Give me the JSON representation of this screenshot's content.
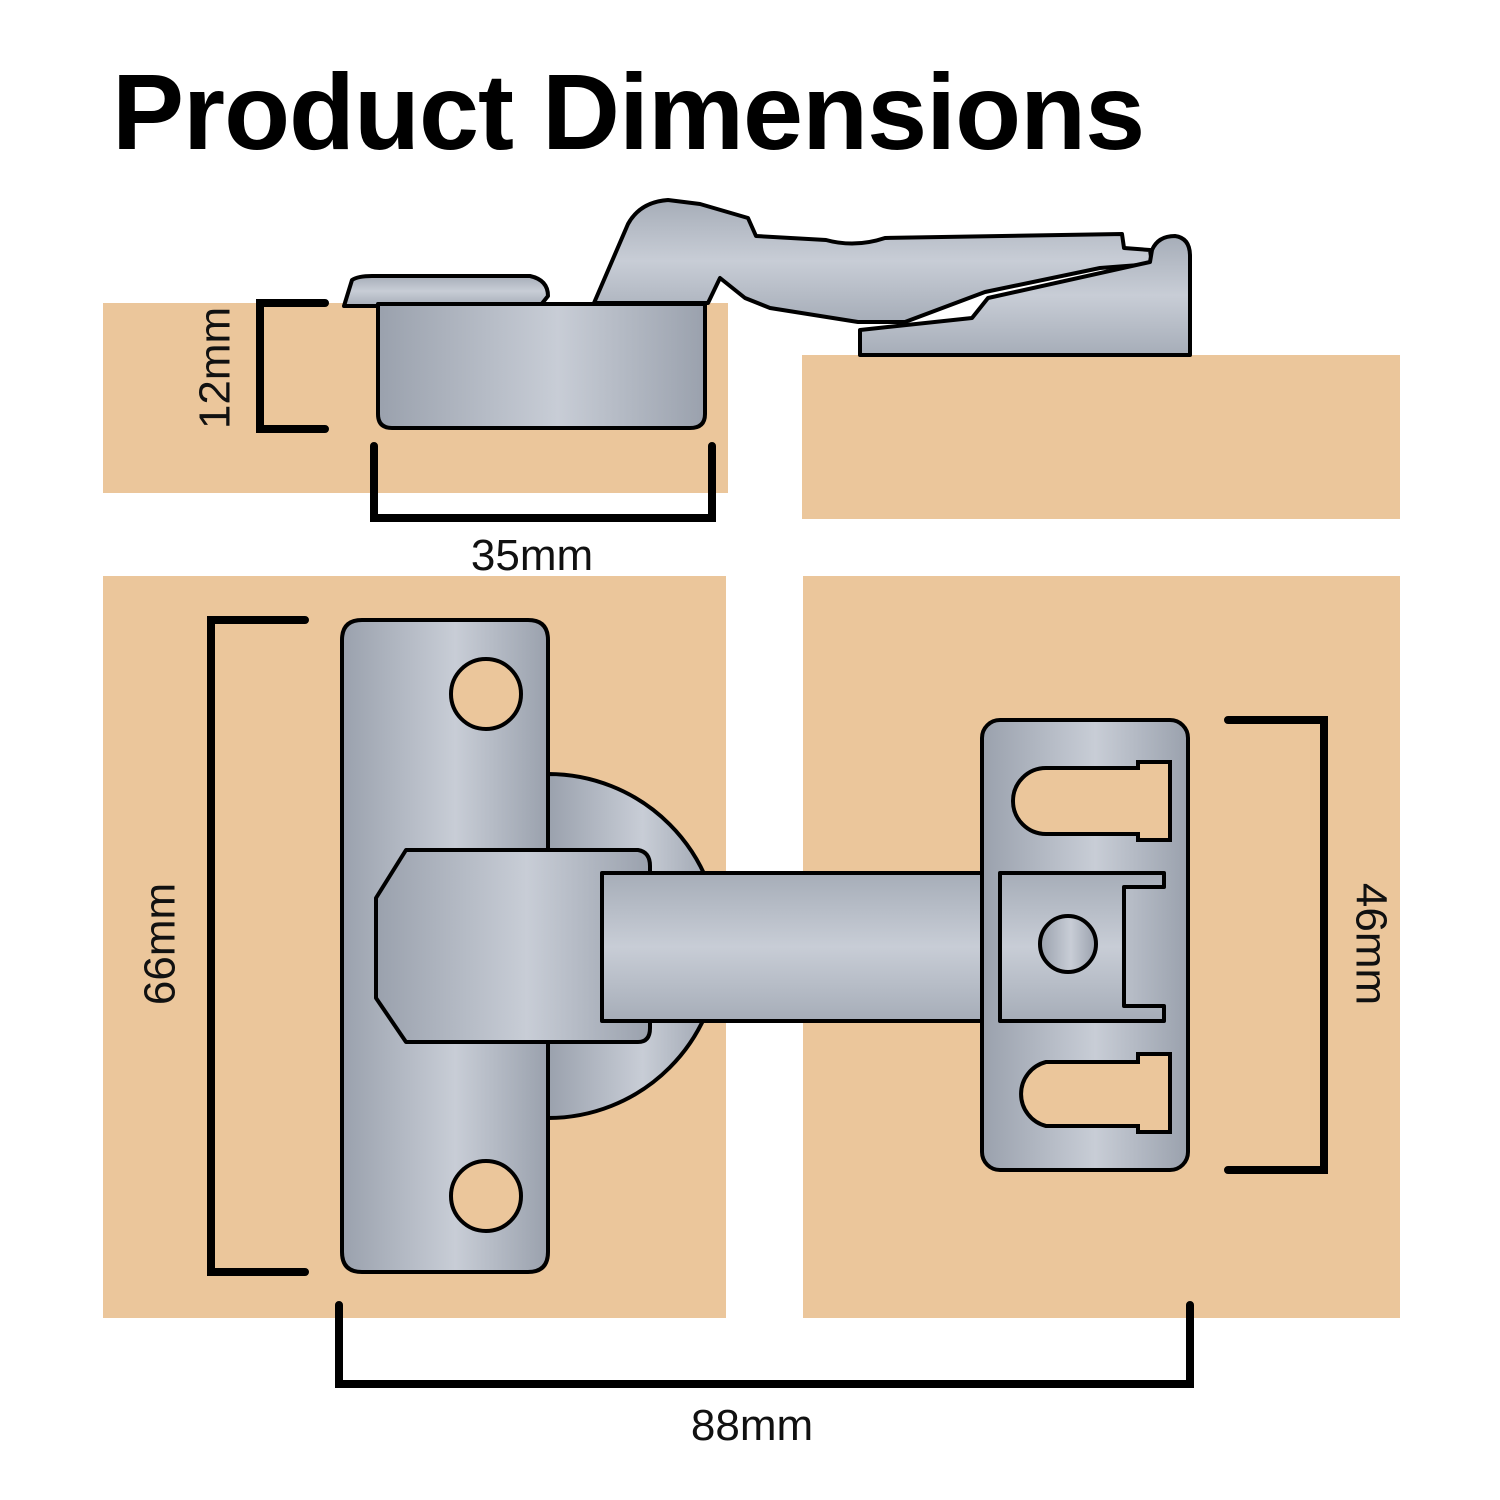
{
  "title": "Product Dimensions",
  "colors": {
    "wood": "#ebc69b",
    "metal_light": "#c8cdd6",
    "metal_dark": "#9aa1ad",
    "outline": "#000000"
  },
  "dimensions": {
    "cup_depth": "12mm",
    "cup_diameter": "35mm",
    "arm_height": "66mm",
    "plate_height": "46mm",
    "overall_length": "88mm"
  }
}
